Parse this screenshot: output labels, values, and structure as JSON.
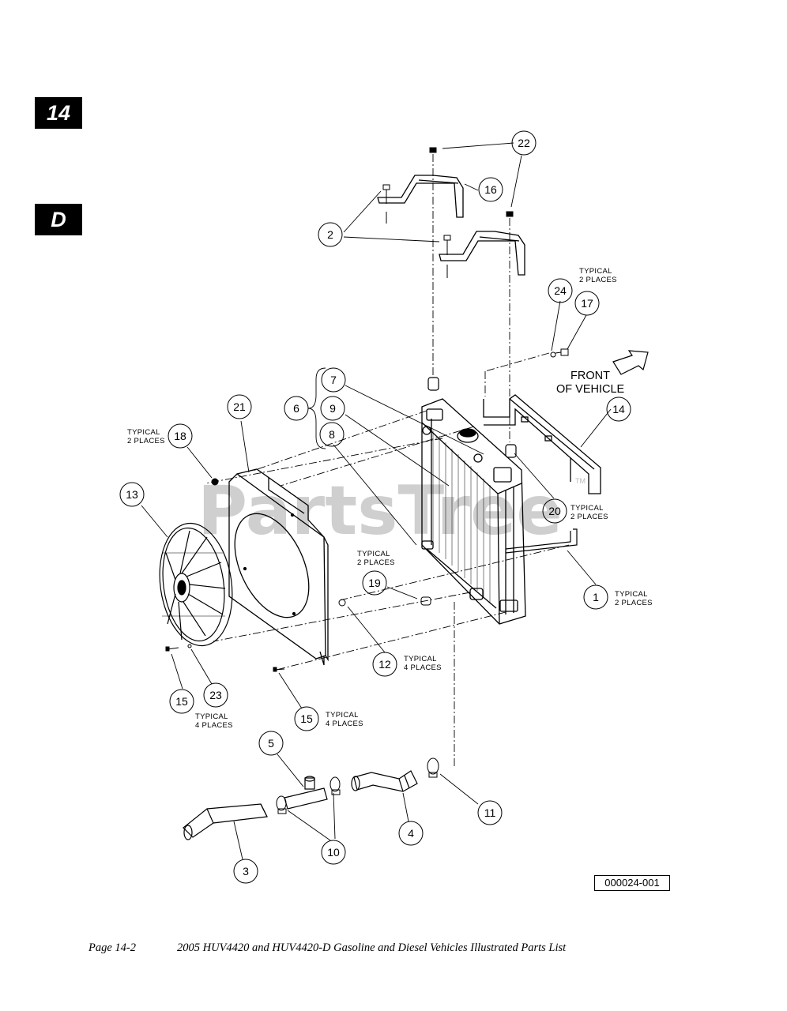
{
  "section_tab": "14",
  "variant_tab": "D",
  "watermark": "PartsTree",
  "watermark_tm": "TM",
  "front_label": [
    "FRONT",
    "OF VEHICLE"
  ],
  "callouts": [
    "1",
    "2",
    "3",
    "4",
    "5",
    "6",
    "7",
    "8",
    "9",
    "10",
    "11",
    "12",
    "13",
    "14",
    "15",
    "15",
    "16",
    "17",
    "18",
    "19",
    "20",
    "21",
    "22",
    "23",
    "24"
  ],
  "notes": {
    "n24_17": [
      "TYPICAL",
      "2 PLACES"
    ],
    "n18": [
      "TYPICAL",
      "2 PLACES"
    ],
    "n20": [
      "TYPICAL",
      "2 PLACES"
    ],
    "n19": [
      "TYPICAL",
      "2 PLACES"
    ],
    "n1": [
      "TYPICAL",
      "2 PLACES"
    ],
    "n12": [
      "TYPICAL",
      "4 PLACES"
    ],
    "n15a": [
      "TYPICAL",
      "4 PLACES"
    ],
    "n15b": [
      "TYPICAL",
      "4 PLACES"
    ]
  },
  "doc_id": "000024-001",
  "footer": {
    "page": "Page 14-2",
    "title": "2005 HUV4420 and HUV4420-D Gasoline and Diesel Vehicles Illustrated Parts List"
  }
}
